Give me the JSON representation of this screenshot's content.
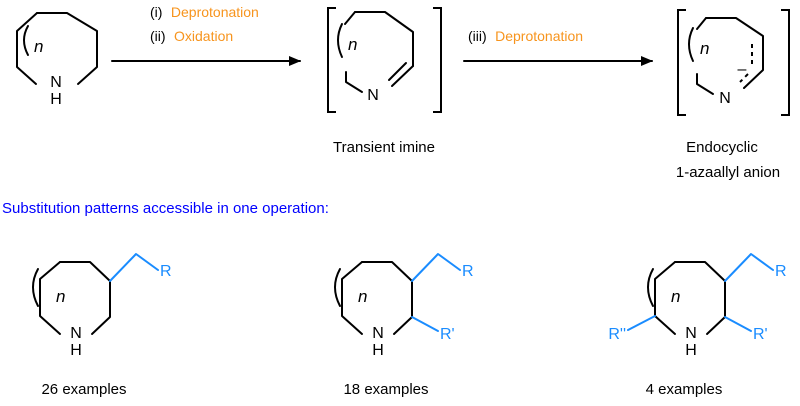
{
  "colors": {
    "condition_text": "#f7941d",
    "heading_text": "#0000ff",
    "substituent": "#1a8cff",
    "bond": "#000000"
  },
  "atoms": {
    "nh": "N\nH",
    "n": "N",
    "ring_size_var": "n",
    "r": "R",
    "r_prime": "R'",
    "r_double_prime": "R''",
    "anion_charge": "–"
  },
  "reaction": {
    "step1": {
      "numeral": "(i)",
      "label": "Deprotonation"
    },
    "step2": {
      "numeral": "(ii)",
      "label": "Oxidation"
    },
    "step3": {
      "numeral": "(iii)",
      "label": "Deprotonation"
    },
    "intermediate1_caption": "Transient imine",
    "intermediate2_caption_line1": "Endocyclic",
    "intermediate2_caption_line2": "1-azaallyl anion"
  },
  "heading": "Substitution patterns accessible in one operation:",
  "products": [
    {
      "caption": "26 examples"
    },
    {
      "caption": "18 examples"
    },
    {
      "caption": "4 examples"
    }
  ]
}
